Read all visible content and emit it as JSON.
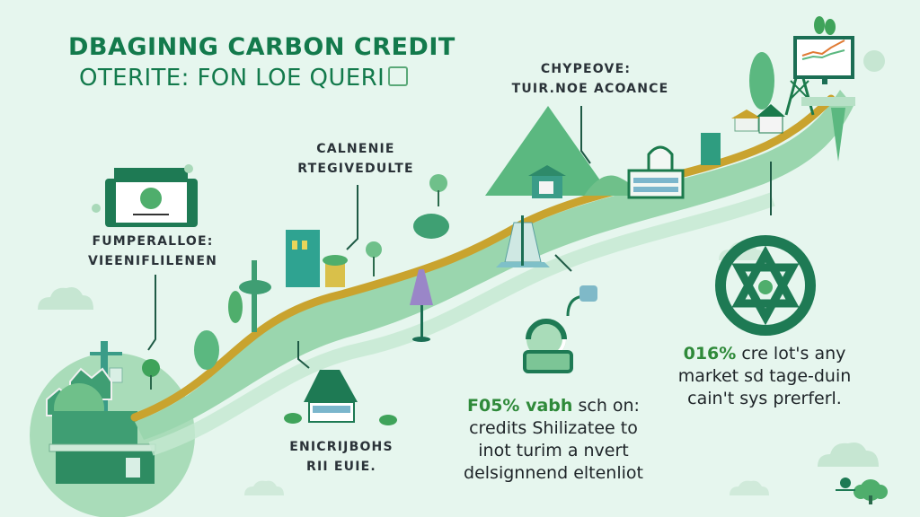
{
  "header": {
    "title": "DBAGINNG CARBON CREDIT",
    "subtitle": "OTERITE: FON LOE QUERI",
    "subtitle_icon": "fist-icon"
  },
  "labels": [
    {
      "id": "top-center",
      "line1": "CHYPEOVE:",
      "line2": "TUIR.NOE ACOANCE"
    },
    {
      "id": "mid-center",
      "line1": "CALNENIE",
      "line2": "RTEGIVEDULTE"
    },
    {
      "id": "left",
      "line1": "FUMPERALLOE:",
      "line2": "VIEENIFLILENEN"
    },
    {
      "id": "bottom-house",
      "line1": "ENICRIJBOHS",
      "line2": "RII EUIE."
    }
  ],
  "stats": [
    {
      "id": "center-stat",
      "highlight": "F05% vabh",
      "lines": [
        "sch on:",
        "credits Shilizatee to",
        "inot turim a nvert",
        "delsignnend eltenliot"
      ]
    },
    {
      "id": "right-stat",
      "highlight": "016%",
      "lines": [
        "cre lot's any",
        "market sd tage-duin",
        "cain't sys prerferl."
      ]
    }
  ],
  "icons": [
    "monitor-globe-icon",
    "recycle-icon",
    "star-emblem-icon",
    "chart-monitor-icon",
    "tree-icon",
    "small-tree-icon",
    "cloud-icon"
  ],
  "colors": {
    "background": "#e6f6ee",
    "primary": "#137a4c",
    "path_light": "#8fd1a6",
    "path_gold": "#c9a32e",
    "text": "#2a3238"
  }
}
